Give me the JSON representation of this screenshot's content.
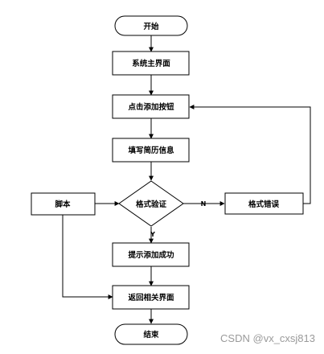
{
  "nodes": {
    "start": "开始",
    "main_ui": "系统主界面",
    "click_add": "点击添加按钮",
    "fill_resume": "填写简历信息",
    "format_check": "格式验证",
    "format_error": "格式错误",
    "script": "脚本",
    "prompt_success": "提示添加成功",
    "return_ui": "返回相关界面",
    "end": "结束"
  },
  "edge_labels": {
    "no": "N",
    "yes": "Y"
  },
  "watermark": "CSDN @vx_cxsj813"
}
